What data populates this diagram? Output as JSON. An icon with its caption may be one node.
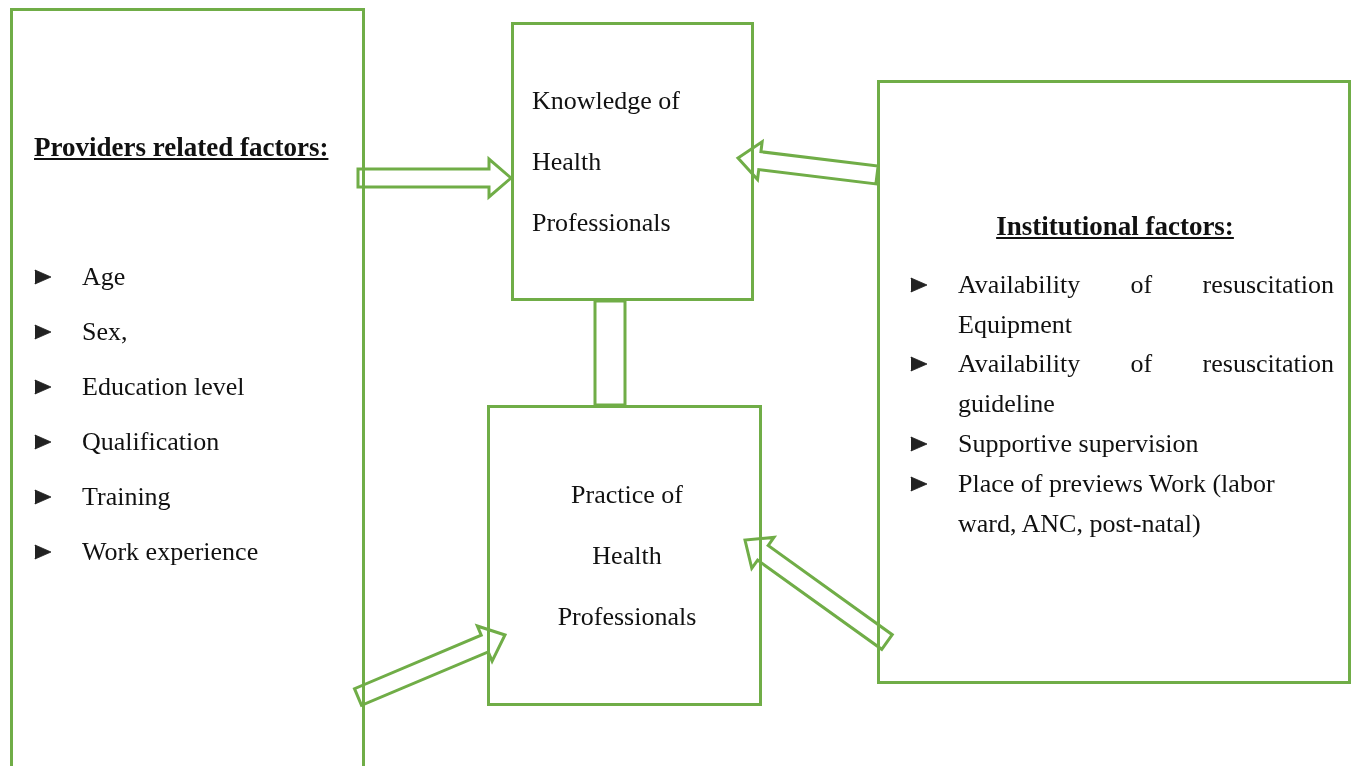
{
  "diagram": {
    "nodes": [
      {
        "text": [
          "Providers related factors:",
          "Age",
          "Sex,",
          "Education level",
          "Qualification",
          "Training",
          "Work experience"
        ]
      },
      {
        "text": [
          "Knowledge of Health Professionals"
        ]
      },
      {
        "text": [
          "Institutional factors:",
          "Availability of resuscitation Equipment",
          "Availability of resuscitation guideline",
          "Supportive supervision",
          "Place of previews Work (labor ward, ANC, post-natal)"
        ]
      },
      {
        "text": [
          "Practice of Health Professionals"
        ]
      }
    ],
    "edges": [
      {
        "from": 0,
        "to": 1,
        "arrow": "to"
      },
      {
        "from": 2,
        "to": 1,
        "arrow": "to"
      },
      {
        "from": 1,
        "to": 3,
        "arrow": "none"
      },
      {
        "from": 0,
        "to": 3,
        "arrow": "to"
      },
      {
        "from": 2,
        "to": 3,
        "arrow": "to"
      }
    ]
  }
}
